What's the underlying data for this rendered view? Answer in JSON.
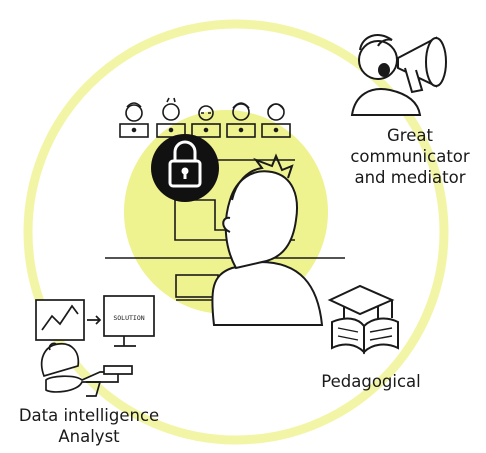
{
  "labels": {
    "communicator": [
      "Great",
      "communicator",
      "and mediator"
    ],
    "pedagogical": [
      "Pedagogical"
    ],
    "data_analyst": [
      "Data intelligence",
      "Analyst"
    ]
  },
  "monitor_text": "SOLUTION",
  "colors": {
    "ring": "#f3f5a6",
    "center_fill": "#eef28f",
    "lock_badge": "#111111",
    "ink": "#1a1a1a"
  },
  "icons": [
    "megaphone-person-icon",
    "lock-icon",
    "graduation-book-icon",
    "analyst-at-desk-icon",
    "team-avatars-icon",
    "person-at-board-icon"
  ]
}
